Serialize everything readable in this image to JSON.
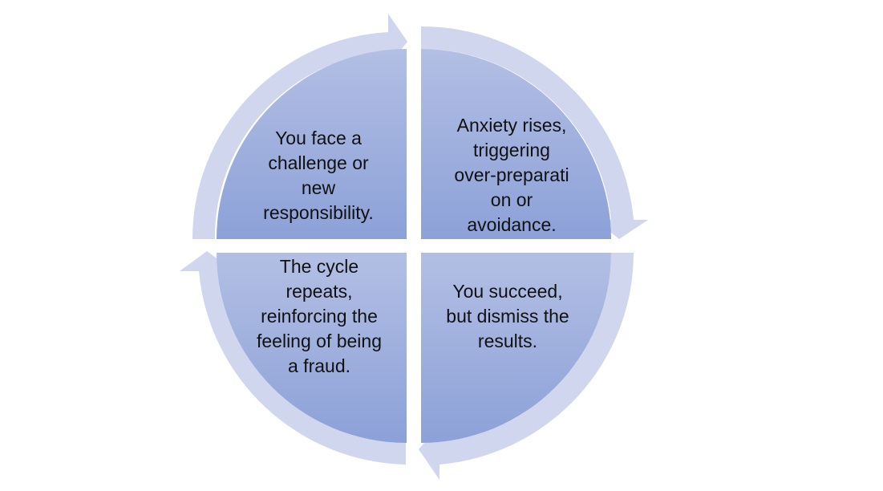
{
  "diagram": {
    "type": "cycle",
    "colors": {
      "quadrant_fill_top": "#aebbe2",
      "quadrant_fill_bottom": "#8a9fd6",
      "arrow_ring": "#cfd6ee"
    },
    "steps": [
      {
        "position": "top-left",
        "text": "You face a\nchallenge or\nnew\nresponsibility."
      },
      {
        "position": "top-right",
        "text": "Anxiety rises,\ntriggering\nover-preparati\non or\navoidance."
      },
      {
        "position": "bottom-right",
        "text": "You succeed,\nbut dismiss the\nresults."
      },
      {
        "position": "bottom-left",
        "text": "The cycle\nrepeats,\nreinforcing the\nfeeling of being\na fraud."
      }
    ]
  }
}
